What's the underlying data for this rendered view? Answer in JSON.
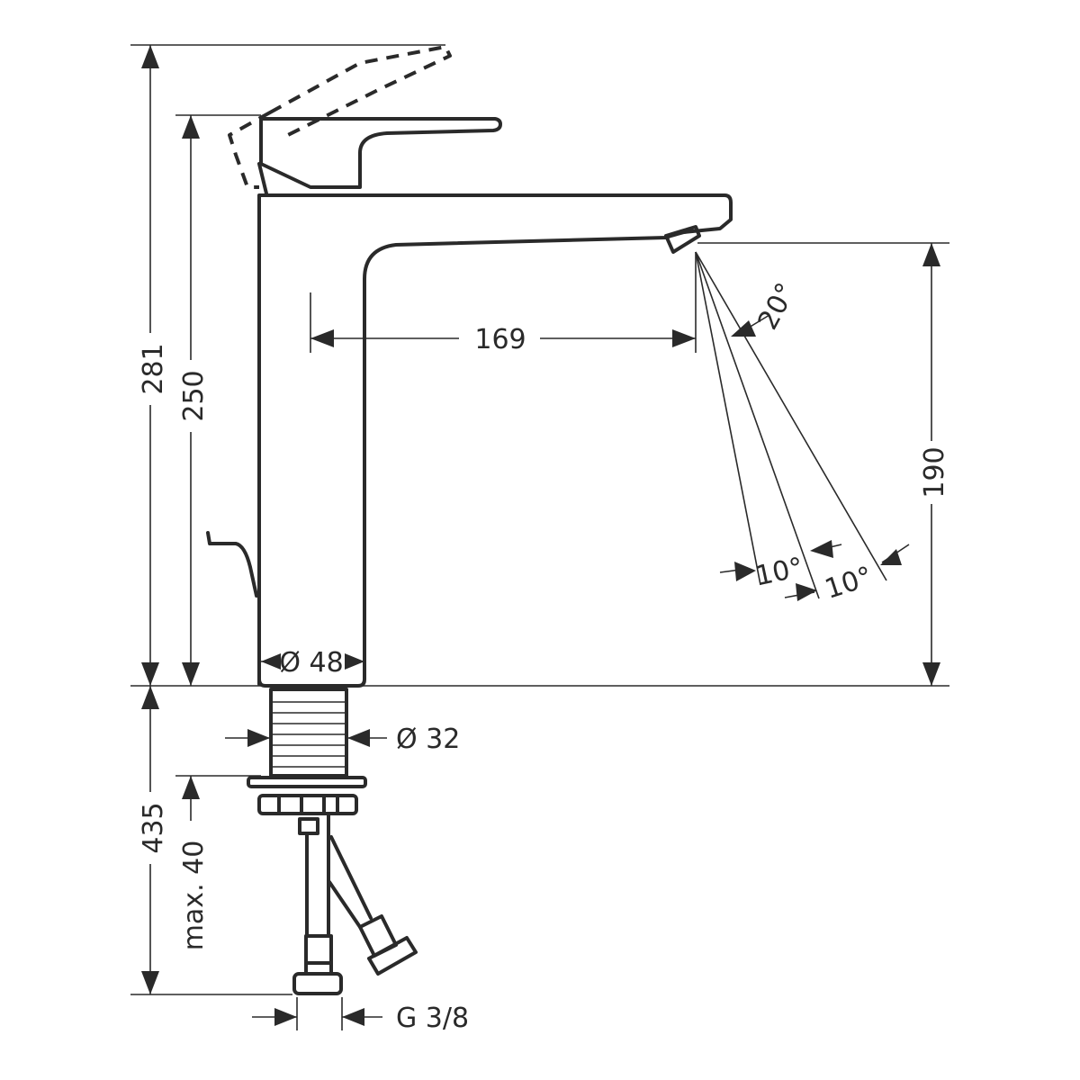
{
  "drawing": {
    "title": "Basin mixer dimension drawing",
    "dimensions": {
      "total_height": "281",
      "handle_height": "250",
      "spout_reach": "169",
      "spout_height": "190",
      "spray_angle": "20°",
      "spray_angle_left": "10°",
      "spray_angle_right": "10°",
      "body_diameter": "Ø 48",
      "shank_diameter": "Ø 32",
      "below_deck_length": "435",
      "max_deck_thickness": "max. 40",
      "connection_thread": "G 3/8"
    }
  }
}
